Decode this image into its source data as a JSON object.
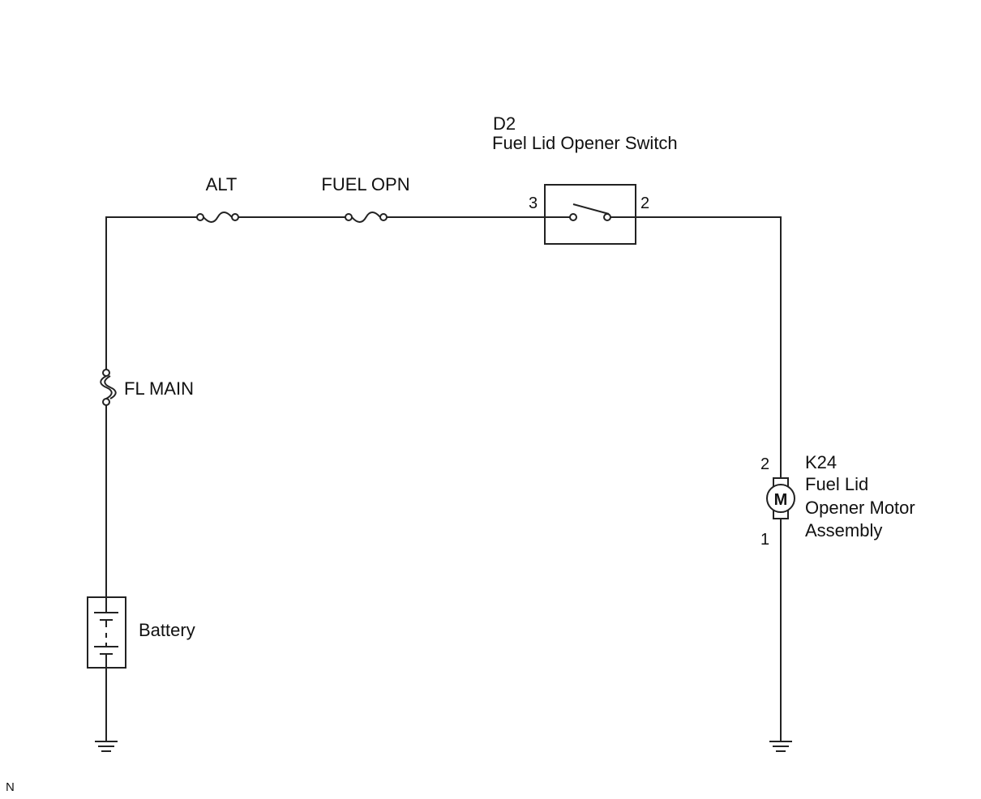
{
  "colors": {
    "line": "#222222",
    "text": "#111111",
    "background": "#ffffff"
  },
  "fuses": {
    "alt": {
      "label": "ALT"
    },
    "fuel_opn": {
      "label": "FUEL OPN"
    },
    "fl_main": {
      "label": "FL MAIN"
    }
  },
  "switch": {
    "code": "D2",
    "name": "Fuel Lid Opener Switch",
    "pin_left": "3",
    "pin_right": "2"
  },
  "motor": {
    "code": "K24",
    "symbol": "M",
    "name_lines": [
      "Fuel Lid",
      "Opener Motor",
      "Assembly"
    ],
    "pin_top": "2",
    "pin_bottom": "1"
  },
  "battery": {
    "label": "Battery"
  },
  "footer_code": "N"
}
